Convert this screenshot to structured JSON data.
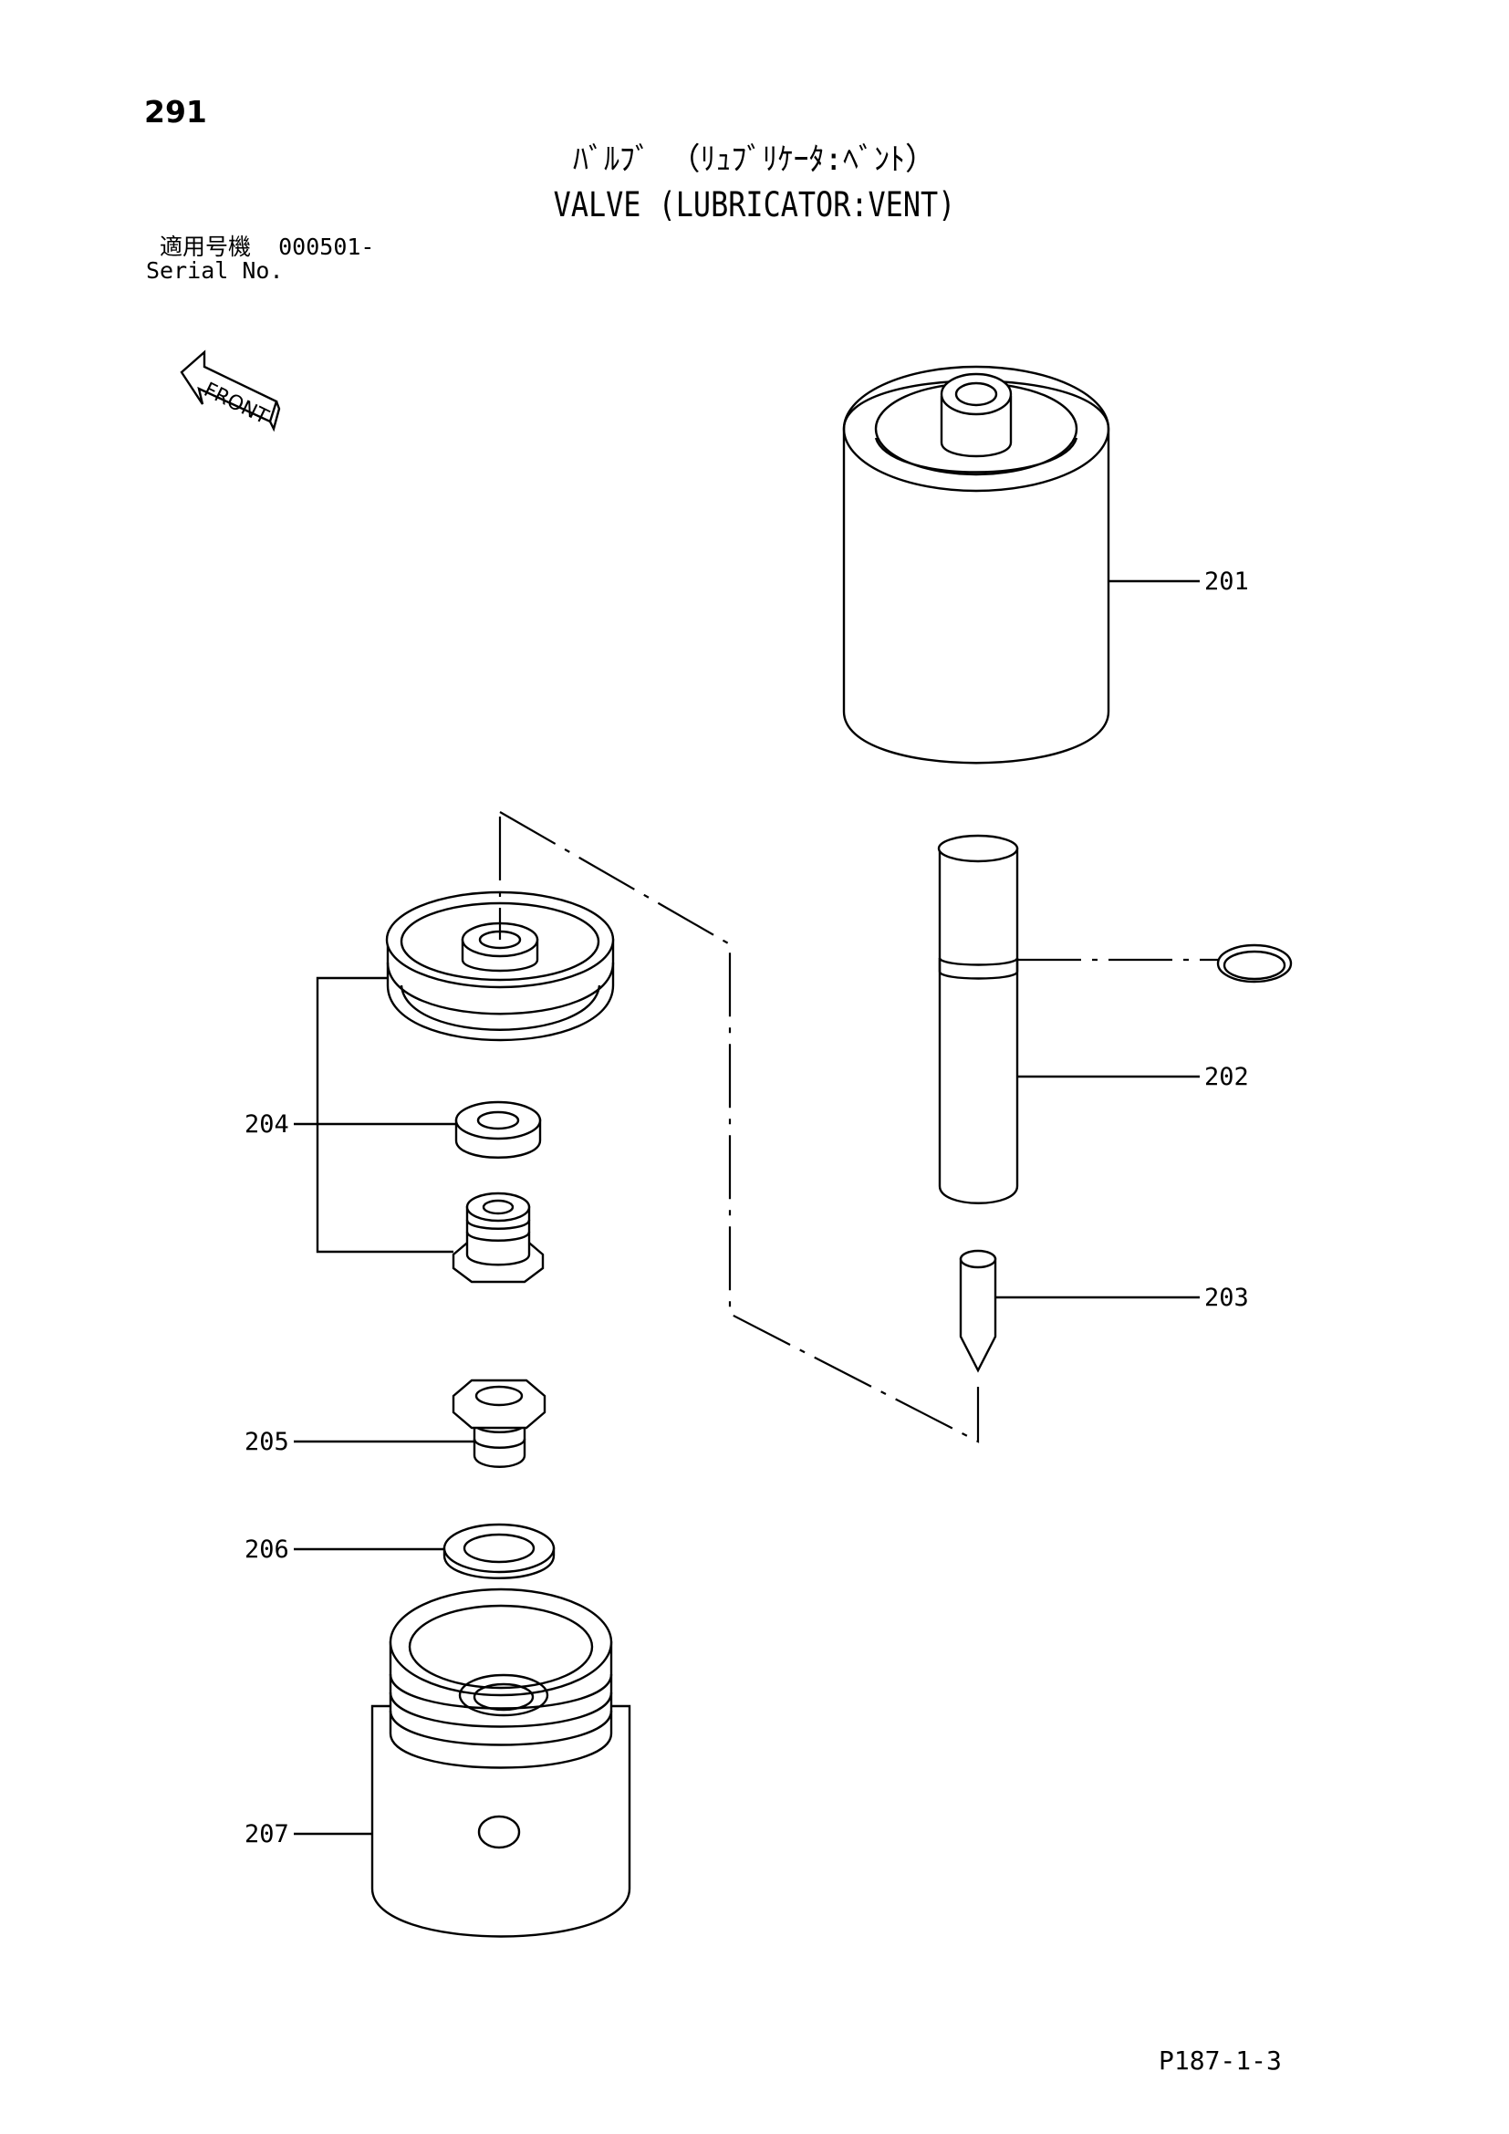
{
  "page_number": "291",
  "title_jp": "ﾊﾞﾙﾌﾞ （ﾘｭﾌﾞﾘｹｰﾀ:ﾍﾞﾝﾄ）",
  "title_en": "VALVE (LUBRICATOR:VENT)",
  "serial": {
    "label_jp": "適用号機",
    "value": "000501-",
    "label_en": "Serial No."
  },
  "front_label": "FRONT",
  "callouts": [
    "201",
    "202",
    "203",
    "204",
    "205",
    "206",
    "207"
  ],
  "page_code": "P187-1-3"
}
